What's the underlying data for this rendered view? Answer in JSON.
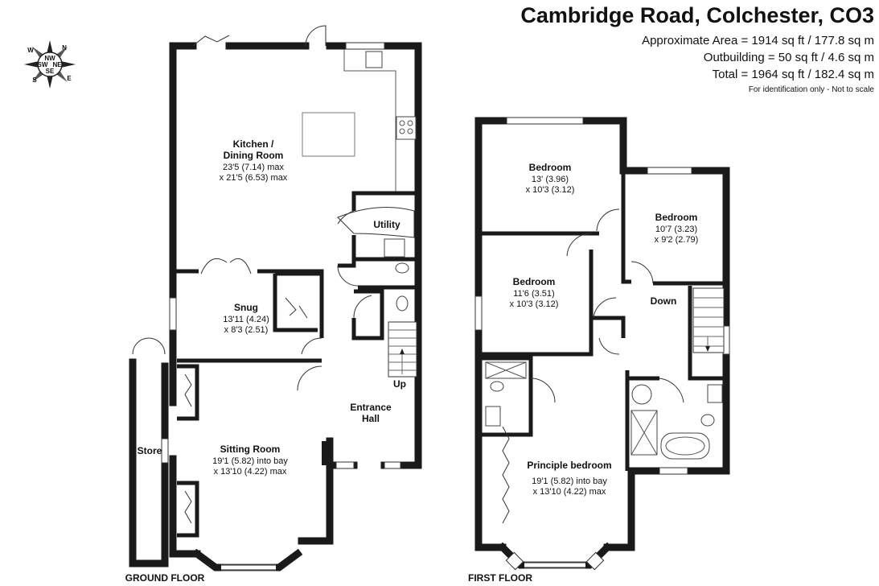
{
  "header": {
    "title": "Cambridge Road, Colchester, CO3",
    "approx_area": "Approximate Area = 1914 sq ft / 177.8 sq m",
    "outbuilding": "Outbuilding = 50 sq ft / 4.6 sq m",
    "total": "Total = 1964 sq ft / 182.4 sq m",
    "disclaimer": "For identification only - Not to scale"
  },
  "compass": {
    "labels": [
      "N",
      "E",
      "S",
      "W",
      "NW",
      "NE",
      "SE",
      "SW"
    ]
  },
  "ground_floor": {
    "label": "GROUND FLOOR",
    "kitchen": {
      "name1": "Kitchen /",
      "name2": "Dining Room",
      "dim1": "23'5 (7.14) max",
      "dim2": "x 21'5 (6.53) max"
    },
    "utility": {
      "name": "Utility"
    },
    "snug": {
      "name": "Snug",
      "dim1": "13'11 (4.24)",
      "dim2": "x 8'3 (2.51)"
    },
    "hall": {
      "name1": "Entrance",
      "name2": "Hall",
      "stairs": "Up"
    },
    "sitting": {
      "name": "Sitting Room",
      "dim1": "19'1 (5.82) into bay",
      "dim2": "x 13'10 (4.22) max"
    },
    "store": {
      "name": "Store"
    }
  },
  "first_floor": {
    "label": "FIRST FLOOR",
    "bed1": {
      "name": "Bedroom",
      "dim1": "13' (3.96)",
      "dim2": "x 10'3 (3.12)"
    },
    "bed2": {
      "name": "Bedroom",
      "dim1": "10'7 (3.23)",
      "dim2": "x 9'2 (2.79)"
    },
    "bed3": {
      "name": "Bedroom",
      "dim1": "11'6 (3.51)",
      "dim2": "x 10'3 (3.12)"
    },
    "landing": {
      "stairs": "Down"
    },
    "principal": {
      "name": "Principle bedroom",
      "dim1": "19'1 (5.82) into bay",
      "dim2": "x 13'10 (4.22) max"
    }
  }
}
